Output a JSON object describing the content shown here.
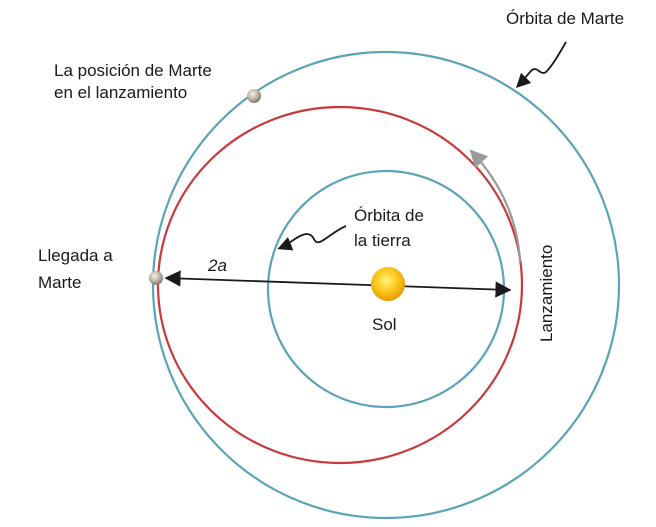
{
  "labels": {
    "mars_orbit": "Órbita de Marte",
    "mars_launch_position_line1": "La posición de Marte",
    "mars_launch_position_line2": "en el lanzamiento",
    "earth_orbit_line1": "Órbita de",
    "earth_orbit_line2": "la tierra",
    "arrival_line1": "Llegada a",
    "arrival_line2": "Marte",
    "axis": "2a",
    "sun": "Sol",
    "launch": "Lanzamiento"
  },
  "colors": {
    "orbit": "#5aa3b8",
    "transfer_orbit": "#c8383c",
    "arrow": "#1a1a1a",
    "launch_arrow": "#9a9a9a",
    "sun": "#f5b400",
    "planet": "#b8b4a6"
  }
}
